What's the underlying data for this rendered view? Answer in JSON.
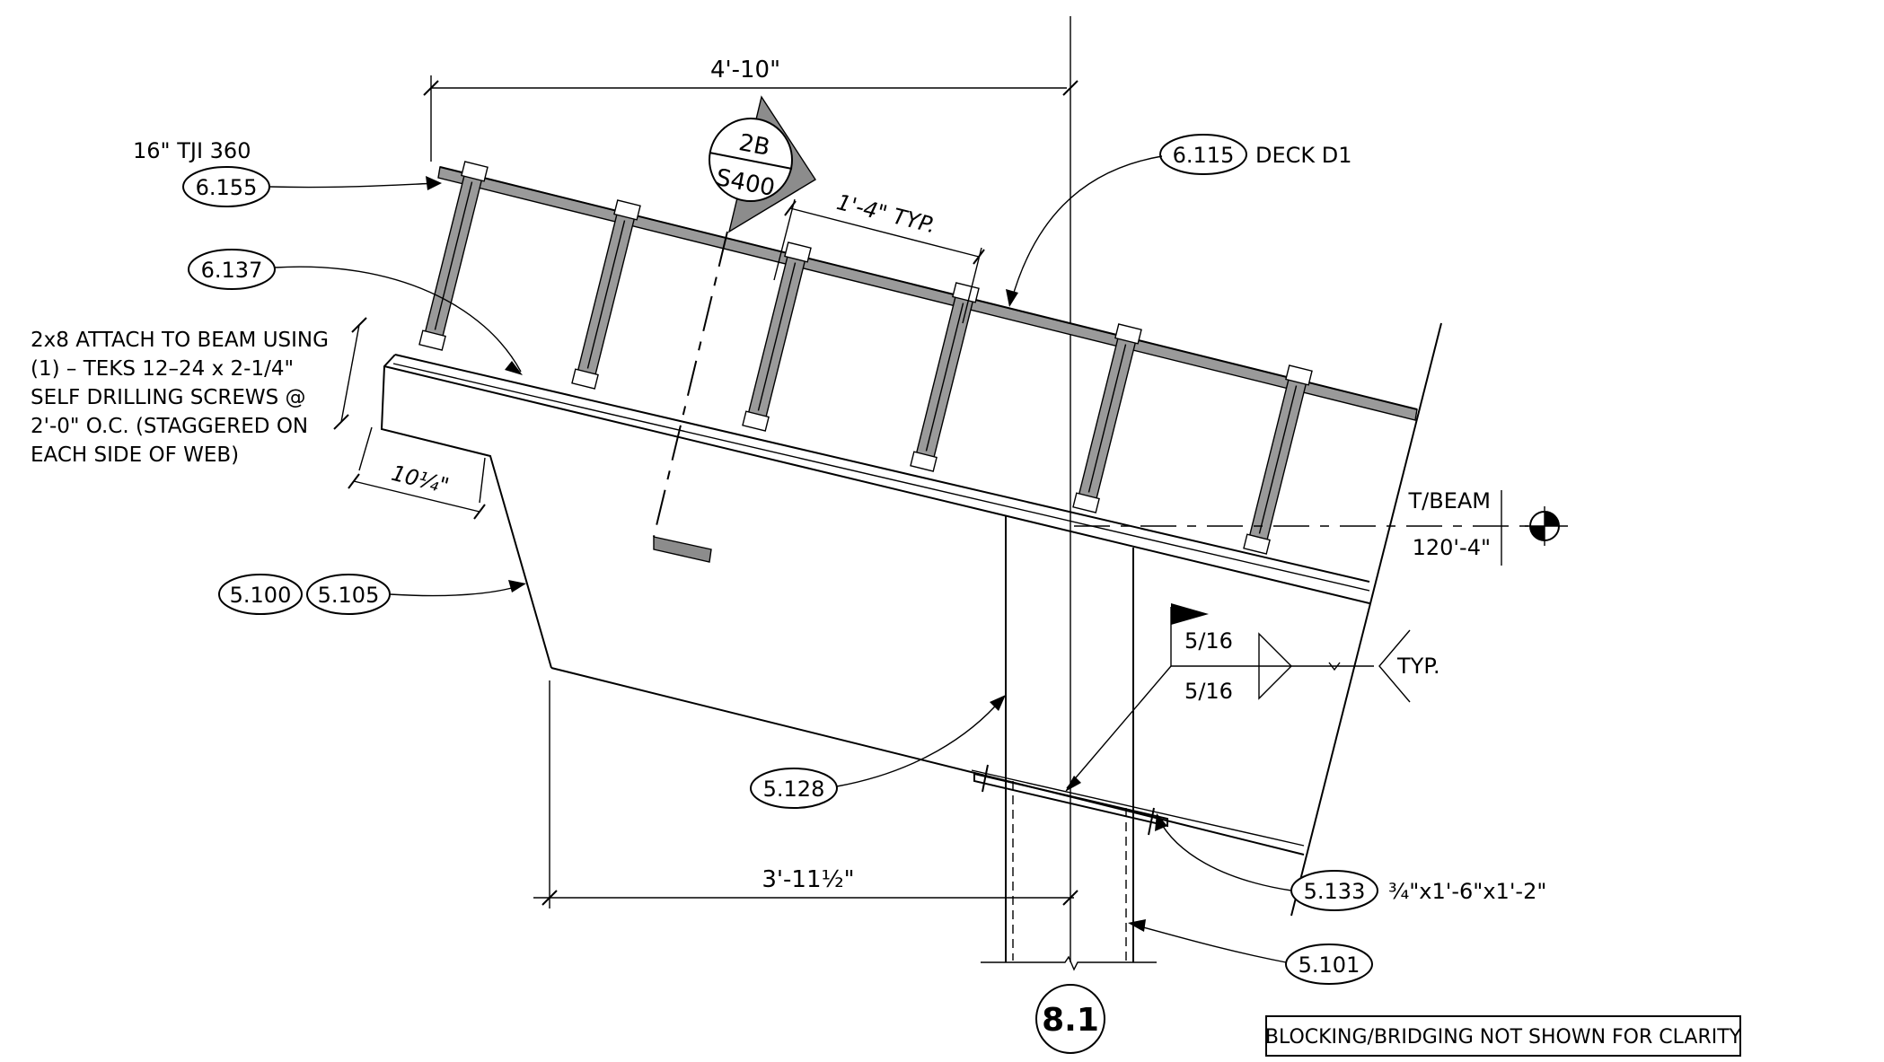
{
  "dimensions": {
    "top": "4'-10\"",
    "joist_spacing": "1'-4\" TYP.",
    "seat_length": "10¼\"",
    "bottom": "3'-11½\""
  },
  "section_marker": {
    "detail": "2B",
    "sheet": "S400"
  },
  "callouts": {
    "joist_ref": "6.155",
    "joist_label": "16\" TJI 360",
    "ledger_ref": "6.137",
    "deck_ref": "6.115",
    "deck_label": "DECK D1",
    "beam_ref_1": "5.100",
    "beam_ref_2": "5.105",
    "stiffener_ref": "5.128",
    "plate_ref": "5.133",
    "plate_size": "¾\"x1'-6\"x1'-2\"",
    "column_ref": "5.101"
  },
  "note_lines": [
    "2x8 ATTACH TO BEAM USING",
    "(1) – TEKS 12–24 x 2-1/4\"",
    "SELF DRILLING SCREWS @",
    "2'-0\" O.C. (STAGGERED ON",
    "EACH SIDE OF WEB)"
  ],
  "elevation": {
    "label": "T/BEAM",
    "value": "120'-4\""
  },
  "weld": {
    "top": "5/16",
    "bottom": "5/16",
    "tail": "TYP."
  },
  "grid": {
    "label": "8.1"
  },
  "clarity_note": "BLOCKING/BRIDGING NOT SHOWN FOR CLARITY"
}
